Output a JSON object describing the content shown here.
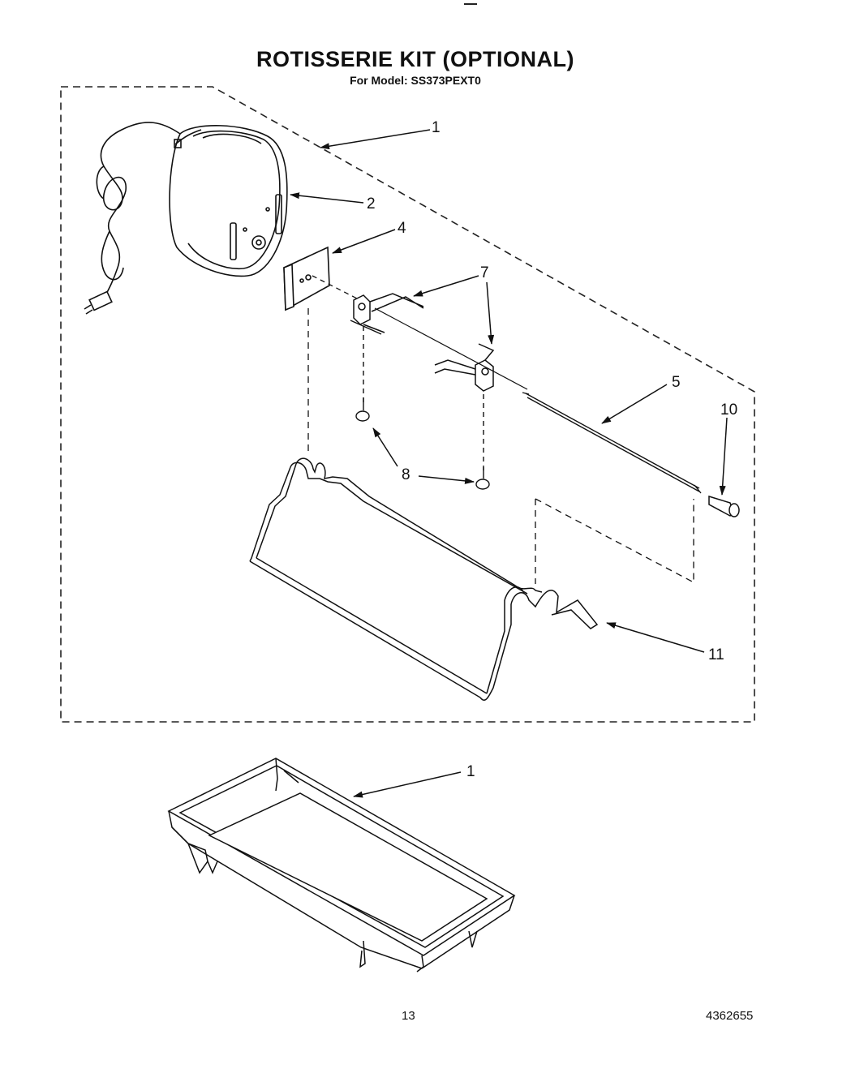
{
  "title": "ROTISSERIE KIT (OPTIONAL)",
  "subtitle": "For Model: SS373PEXT0",
  "callouts": {
    "kit_top": "1",
    "motor": "2",
    "bracket": "4",
    "spit_forks": "7",
    "spit_rod": "5",
    "handle": "10",
    "screws": "8",
    "support": "11",
    "pan": "1"
  },
  "footer": {
    "page_number": "13",
    "doc_number": "4362655"
  },
  "icons": [
    "rotisserie-motor-icon",
    "drip-pan-icon"
  ]
}
